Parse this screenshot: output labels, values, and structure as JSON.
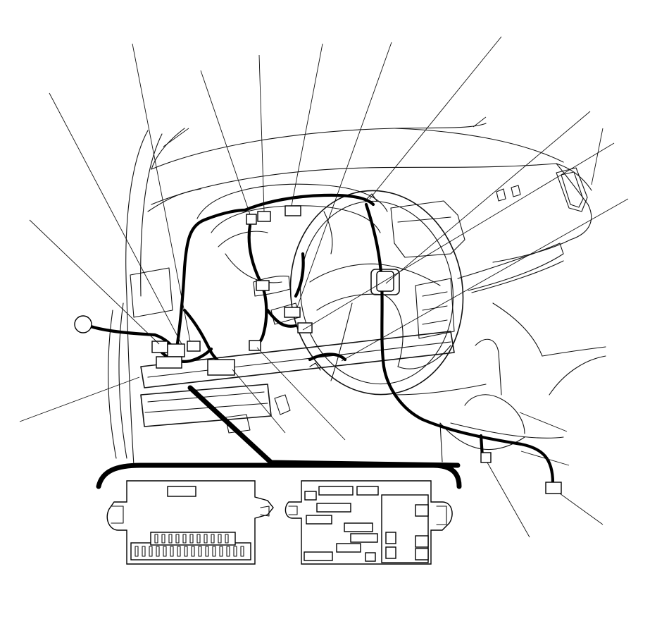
{
  "diagram": {
    "callout_labels": [],
    "views": [
      "dashboard-harness-overview",
      "fuse-box-front-detail",
      "fuse-box-rear-detail"
    ],
    "colors": {
      "line": "#111111",
      "background": "#ffffff"
    }
  }
}
